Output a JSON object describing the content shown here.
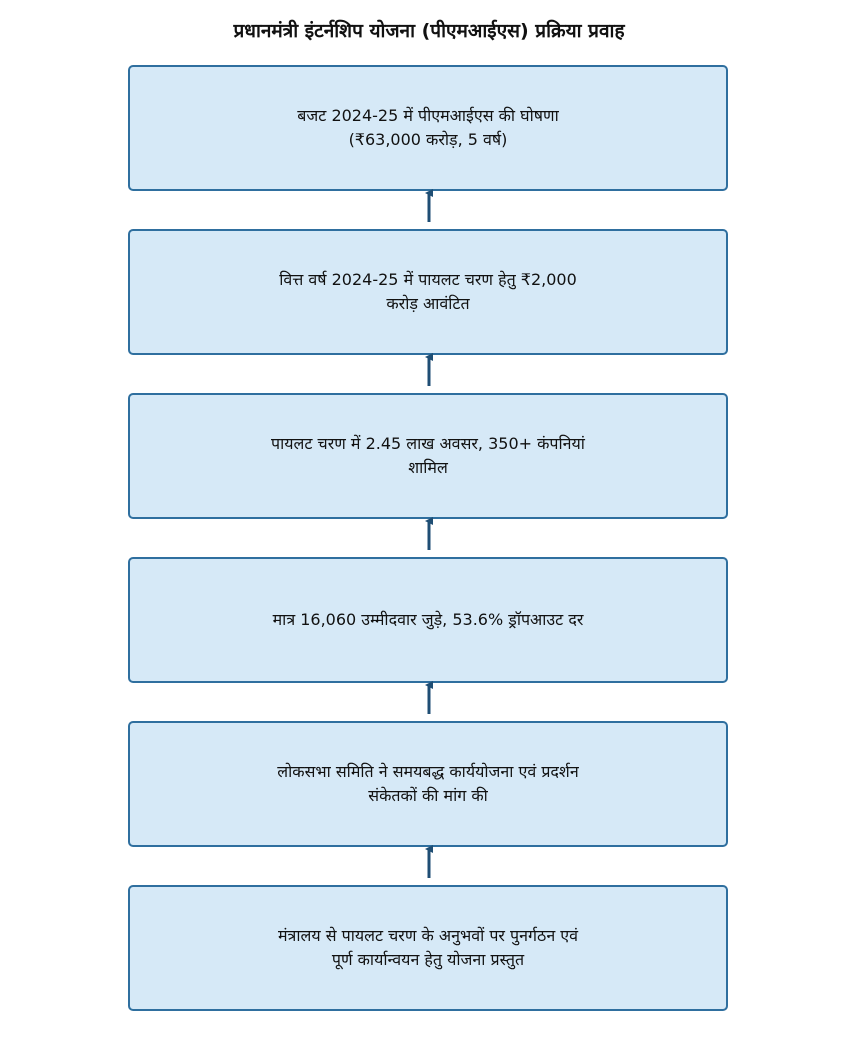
{
  "title": "प्रधानमंत्री इंटर्नशिप योजना (पीएमआईएस) प्रक्रिया प्रवाह",
  "steps": [
    {
      "text": "बजट 2024-25 में पीएमआईएस की घोषणा (₹63,000 करोड़, 5 वर्ष)"
    },
    {
      "text": "वित्त वर्ष 2024-25 में पायलट चरण हेतु ₹2,000 करोड़ आवंटित"
    },
    {
      "text": "पायलट चरण में 2.45 लाख अवसर, 350+ कंपनियां शामिल"
    },
    {
      "text": "मात्र 16,060 उम्मीदवार जुड़े, 53.6% ड्रॉपआउट दर"
    },
    {
      "text": "लोकसभा समिति ने समयबद्ध कार्ययोजना एवं प्रदर्शन संकेतकों की मांग की"
    },
    {
      "text": "मंत्रालय से पायलट चरण के अनुभवों पर पुनर्गठन एवं पूर्ण कार्यान्वयन हेतु योजना प्रस्तुत"
    }
  ],
  "colors": {
    "box_fill": "#d6e9f7",
    "box_border": "#2f6f9f",
    "arrow": "#1f4e74"
  }
}
